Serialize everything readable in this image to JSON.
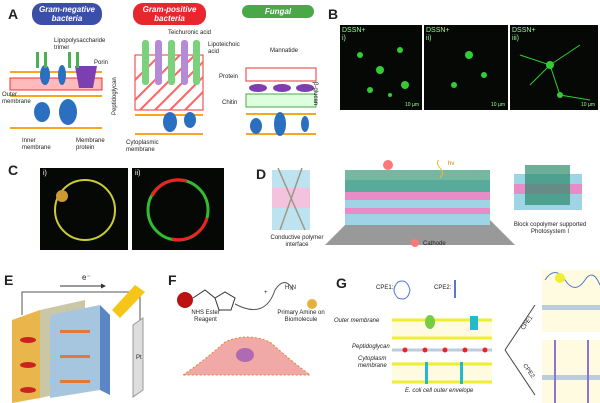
{
  "panels": {
    "A": {
      "label": "A",
      "headers": [
        "Gram-negative bacteria",
        "Gram-positive bacteria",
        "Fungal"
      ],
      "header_colors": [
        "#3b4fa8",
        "#e8262e",
        "#4aa849"
      ],
      "annotations": {
        "lps": "Lipopolysaccharide trimer",
        "porin": "Porin",
        "outer_membrane": "Outer membrane",
        "inner_membrane": "Inner membrane",
        "membrane_protein": "Membrane protein",
        "peptidoglycan": "Peptidoglycan",
        "teichuronic": "Teichuronic acid",
        "lipoteichoic": "Lipoteichoic acid",
        "cytoplasmic": "Cytoplasmic membrane",
        "mannatide": "Mannatide",
        "protein": "Protein",
        "chitin": "Chitin",
        "glucan": "β-glucan"
      }
    },
    "B": {
      "label": "B",
      "subpanels": [
        "i)",
        "ii)",
        "iii)"
      ],
      "stain": "DSSN+",
      "scale": "10 µm"
    },
    "C": {
      "label": "C",
      "subpanels": [
        "i)",
        "ii)"
      ]
    },
    "D": {
      "label": "D",
      "annotations": {
        "hv": "hv",
        "cathode": "Cathode",
        "conductive": "Conductive polymer interface",
        "bcp": "Block copolymer supported Photosystem I"
      }
    },
    "E": {
      "label": "E",
      "electron": "e⁻",
      "pt": "Pt"
    },
    "F": {
      "label": "F",
      "nhs": "NHS Ester Reagent",
      "amine": "Primary Amine on Biomolecule",
      "plus": "+",
      "nh2": "H₂N"
    },
    "G": {
      "label": "G",
      "cpe1": "CPE1:",
      "cpe2": "CPE2:",
      "outer": "Outer membrane",
      "pg": "Peptidoglycan",
      "cyto": "Cytoplasm membrane",
      "caption": "E. coli cell outer envelope",
      "arrow1": "CPE1",
      "arrow2": "CPE2"
    }
  }
}
